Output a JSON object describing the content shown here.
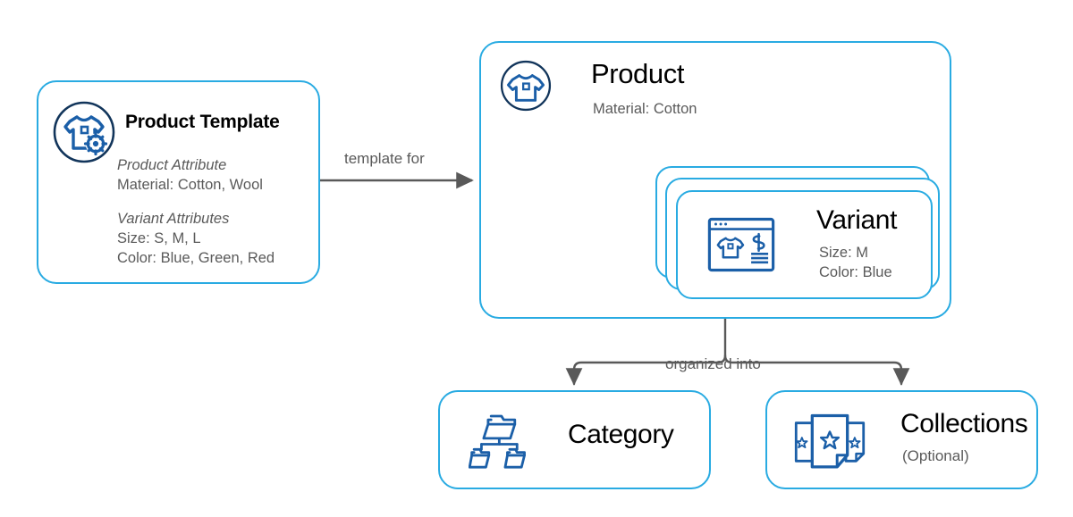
{
  "diagram": {
    "title_semantic": "product-data-model-diagram",
    "colors": {
      "card_border": "#29ABE2",
      "icon_blue": "#1B5FA8",
      "icon_navy": "#12355B",
      "connector_gray": "#595959",
      "text_black": "#000000",
      "text_gray": "#5a5a5a",
      "background": "#ffffff"
    }
  },
  "product_template": {
    "title": "Product Template",
    "icon": "tshirt-gear-icon",
    "product_attribute_heading": "Product Attribute",
    "product_attribute_value": "Material: Cotton, Wool",
    "variant_attributes_heading": "Variant Attributes",
    "variant_attribute_size": "Size: S, M, L",
    "variant_attribute_color": "Color: Blue, Green, Red"
  },
  "product": {
    "title": "Product",
    "icon": "tshirt-icon",
    "material": "Material: Cotton"
  },
  "variant": {
    "title": "Variant",
    "icon": "product-page-icon",
    "size": "Size: M",
    "color": "Color: Blue",
    "stack_count": 3
  },
  "category": {
    "title": "Category",
    "icon": "folder-hierarchy-icon"
  },
  "collections": {
    "title": "Collections",
    "note": "(Optional)",
    "icon": "starred-documents-icon"
  },
  "connectors": {
    "template_for": "template for",
    "organized_into": "organized into"
  }
}
